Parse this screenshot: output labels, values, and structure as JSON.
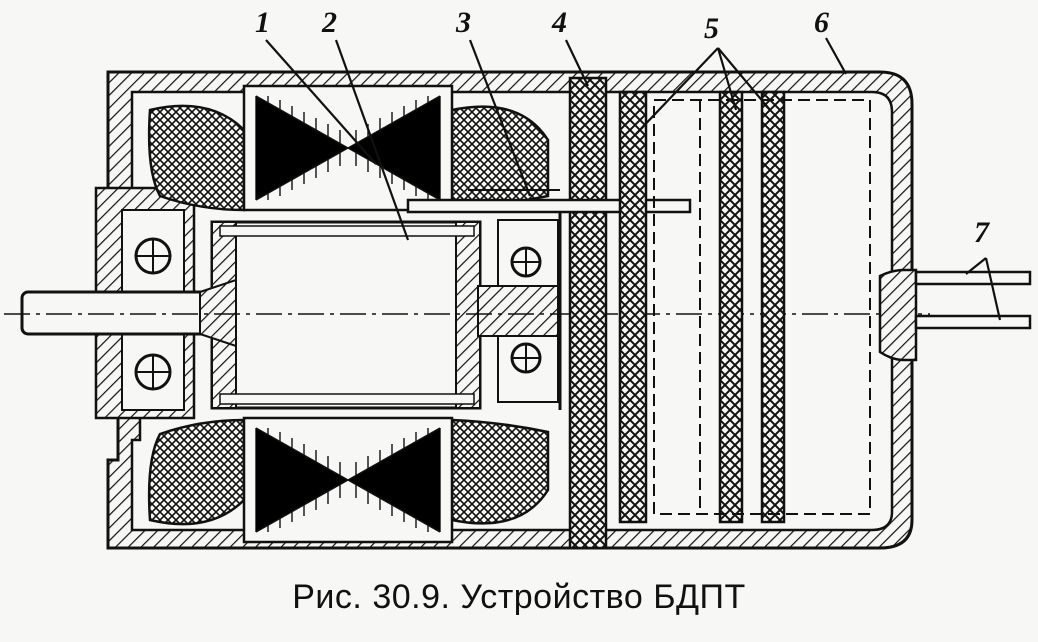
{
  "figure": {
    "caption": "Рис. 30.9. Устройство БДПТ",
    "callouts": [
      "1",
      "2",
      "3",
      "4",
      "5",
      "6",
      "7"
    ]
  },
  "colors": {
    "ink": "#111111",
    "paper": "#f7f7f5"
  }
}
